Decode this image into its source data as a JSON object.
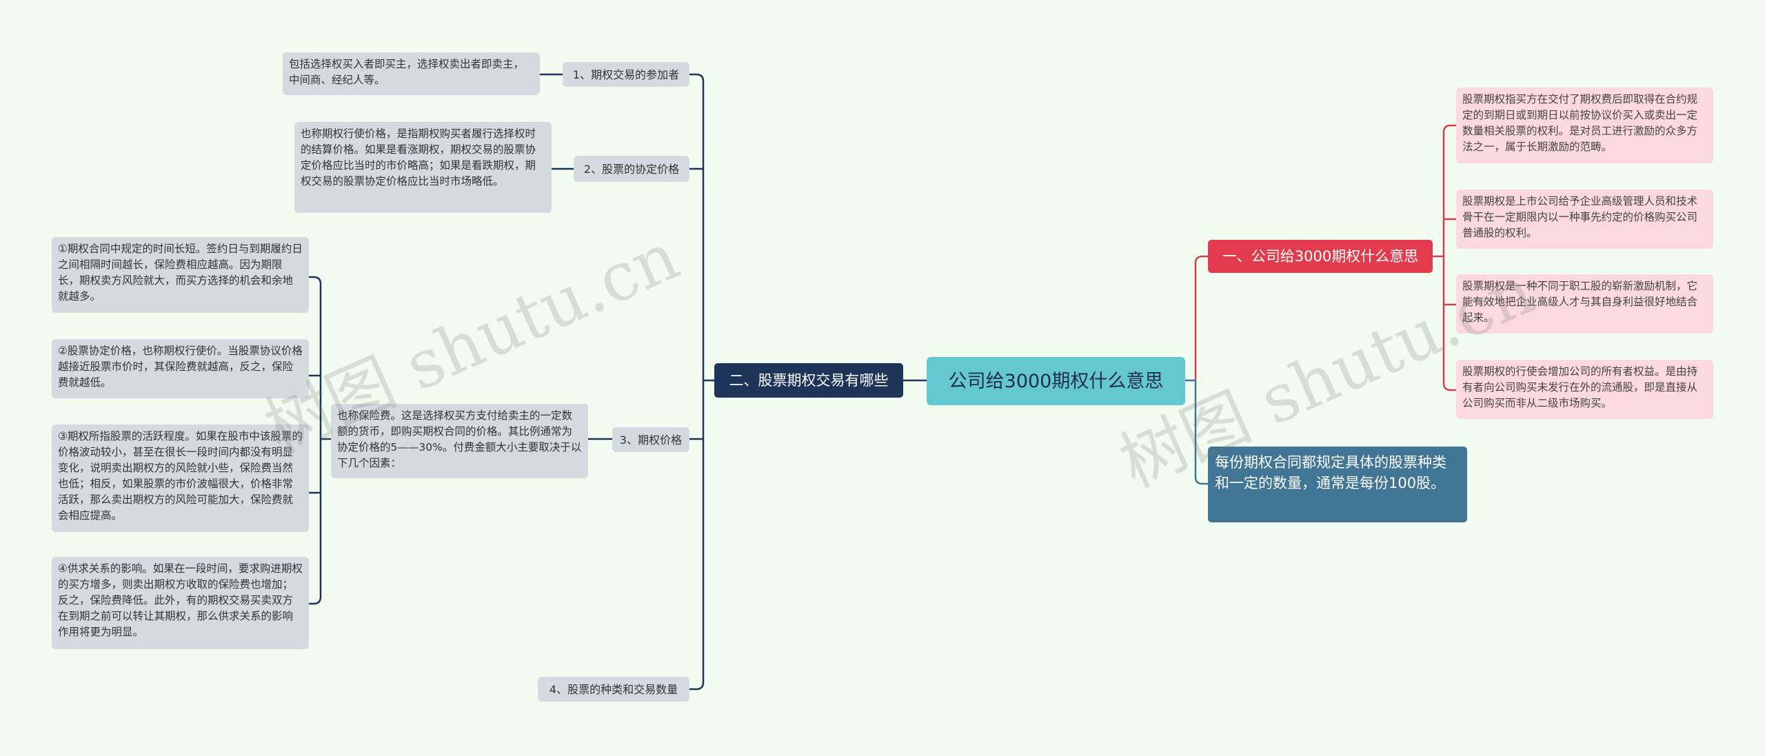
{
  "root": {
    "label": "公司给3000期权什么意思"
  },
  "left_branch": {
    "label": "二、股票期权交易有哪些",
    "items": [
      {
        "label": "1、期权交易的参加者",
        "detail": "包括选择权买入者即买主，选择权卖出者即卖主，中间商、经纪人等。"
      },
      {
        "label": "2、股票的协定价格",
        "detail": "也称期权行使价格，是指期权购买者履行选择权时的结算价格。如果是看涨期权，期权交易的股票协定价格应比当时的市价略高；如果是看跌期权，期权交易的股票协定价格应比当时市场略低。"
      },
      {
        "label": "3、期权价格",
        "detail": "也称保险费。这是选择权买方支付给卖主的一定数额的货币，即购买期权合同的价格。其比例通常为协定价格的5——30%。付费金额大小主要取决于以下几个因素：",
        "factors": [
          "①期权合同中规定的时间长短。签约日与到期履约日之间相隔时间越长，保险费相应越高。因为期限长，期权卖方风险就大，而买方选择的机会和余地就越多。",
          "②股票协定价格，也称期权行使价。当股票协议价格越接近股票市价时，其保险费就越高，反之，保险费就越低。",
          "③期权所指股票的活跃程度。如果在股市中该股票的价格波动较小，甚至在很长一段时间内都没有明显变化，说明卖出期权方的风险就小些，保险费当然也低；相反，如果股票的市价波幅很大，价格非常活跃，那么卖出期权方的风险可能加大，保险费就会相应提高。",
          "④供求关系的影响。如果在一段时间，要求购进期权的买方增多，则卖出期权方收取的保险费也增加；反之，保险费降低。此外，有的期权交易买卖双方在到期之前可以转让其期权，那么供求关系的影响作用将更为明显。"
        ]
      },
      {
        "label": "4、股票的种类和交易数量"
      }
    ]
  },
  "right_branch_1": {
    "label": "一、公司给3000期权什么意思",
    "items": [
      "股票期权指买方在交付了期权费后即取得在合约规定的到期日或到期日以前按协议价买入或卖出一定数量相关股票的权利。是对员工进行激励的众多方法之一，属于长期激励的范畴。",
      "股票期权是上市公司给予企业高级管理人员和技术骨干在一定期限内以一种事先约定的价格购买公司普通股的权利。",
      "股票期权是一种不同于职工股的崭新激励机制，它能有效地把企业高级人才与其自身利益很好地结合起来。",
      "股票期权的行使会增加公司的所有者权益。是由持有者向公司购买未发行在外的流通股，即是直接从公司购买而非从二级市场购买。"
    ]
  },
  "right_branch_2": {
    "label": "每份期权合同都规定具体的股票种类和一定的数量，通常是每份100股。"
  },
  "watermarks": [
    "树图 shutu.cn",
    "树图 shutu.cn"
  ],
  "colors": {
    "background": "#f1fbf0",
    "root": "#64c8d0",
    "left_branch": "#1e3559",
    "right_branch_red": "#e23b4d",
    "right_branch_blue": "#407596",
    "pink_leaf": "#fbd9de",
    "grey_leaf": "#d5d9e0",
    "line_left": "#1e3559",
    "line_red": "#d2404f",
    "line_blue": "#407596"
  }
}
